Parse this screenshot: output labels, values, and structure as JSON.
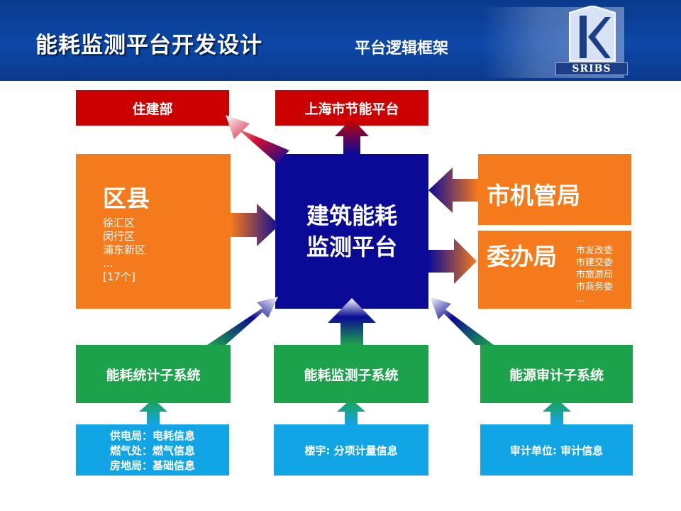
{
  "header": {
    "title": "能耗监测平台开发设计",
    "subtitle": "平台逻辑框架",
    "logo_text": "SRIBS"
  },
  "nodes": {
    "zhujianbu": "住建部",
    "shanghai": "上海市节能平台",
    "center_line1": "建筑能耗",
    "center_line2": "监测平台",
    "quxian": {
      "title": "区县",
      "items": [
        "徐汇区",
        "闵行区",
        "浦东新区",
        "...",
        "[17个]"
      ]
    },
    "shijiguanju": "市机管局",
    "weibanju": {
      "title": "委办局",
      "items": [
        "市发改委",
        "市建交委",
        "市旅游局",
        "市商务委",
        "..."
      ]
    },
    "tongji": "能耗统计子系统",
    "jiance": "能耗监测子系统",
    "shenji": "能源审计子系统",
    "source_left": [
      "供电局：电耗信息",
      "燃气处：燃气信息",
      "房地局：基础信息"
    ],
    "source_mid": "楼宇: 分项计量信息",
    "source_right": "审计单位: 审计信息"
  },
  "colors": {
    "red": "#cc0000",
    "orange": "#f57a1c",
    "green": "#1ca24a",
    "cyan": "#12a5e6",
    "navy": "#0a0a96",
    "header": "#0d47a8"
  }
}
